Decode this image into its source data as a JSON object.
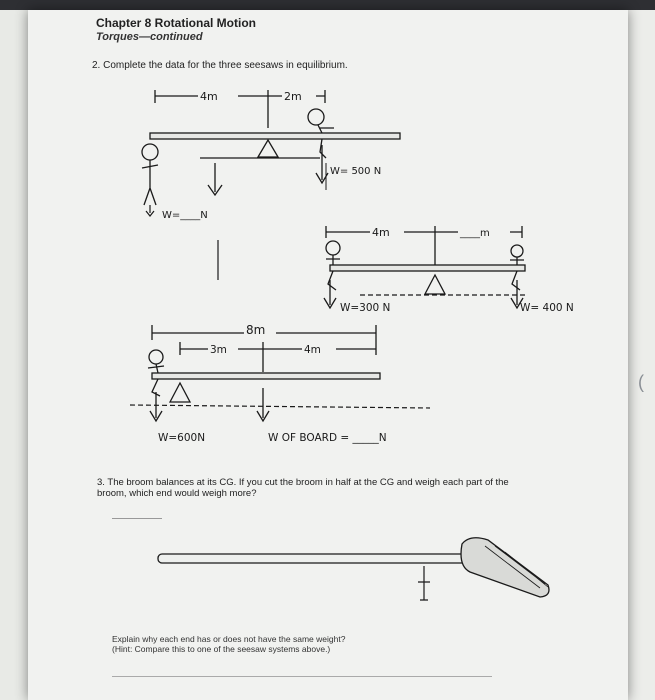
{
  "header": {
    "chapter": "Chapter 8 Rotational Motion",
    "subtitle": "Torques—continued"
  },
  "question2": {
    "text": "2. Complete the data for the three seesaws in equilibrium."
  },
  "seesaw1": {
    "dist_left": "4m",
    "dist_right": "2m",
    "weight_right": "W= 500 N",
    "weight_left": "W=____N"
  },
  "seesaw2": {
    "dist_left": "4m",
    "dist_right": "____m",
    "weight_left": "W=300 N",
    "weight_right": "W= 400 N"
  },
  "seesaw3": {
    "dist_total": "8m",
    "dist_left": "3m",
    "dist_right": "4m",
    "weight_left": "W=600N",
    "weight_board": "W OF BOARD = _____N"
  },
  "question3": {
    "text": "3. The broom balances at its CG. If you cut the broom in half at the CG and weigh each part of the broom, which end would weigh more?"
  },
  "explain": {
    "line1": "Explain why each end has or does not have the same weight?",
    "line2": "(Hint: Compare this to one of the seesaw systems above.)"
  },
  "margin_mark": "("
}
